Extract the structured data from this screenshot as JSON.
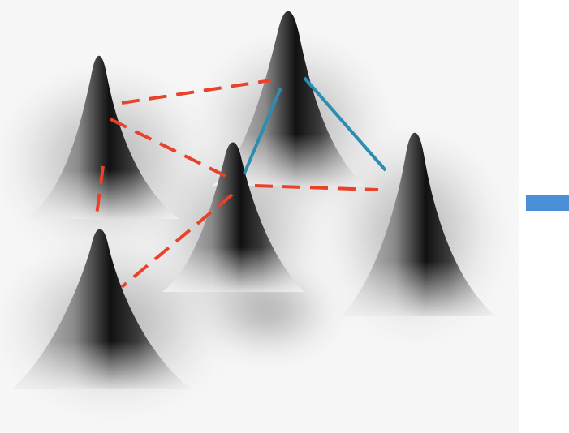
{
  "diagram": {
    "peaks": [
      {
        "id": "peak-top-left"
      },
      {
        "id": "peak-top-center"
      },
      {
        "id": "peak-center"
      },
      {
        "id": "peak-right"
      },
      {
        "id": "peak-bottom-left"
      }
    ],
    "connections": [
      {
        "from": "peak-top-left",
        "to": "peak-top-center",
        "style": "dashed"
      },
      {
        "from": "peak-top-left",
        "to": "peak-center",
        "style": "dashed"
      },
      {
        "from": "peak-top-left",
        "to": "peak-bottom-left",
        "style": "dashed"
      },
      {
        "from": "peak-center",
        "to": "peak-bottom-left",
        "style": "dashed"
      },
      {
        "from": "peak-center",
        "to": "peak-right",
        "style": "dashed"
      },
      {
        "from": "peak-top-center",
        "to": "peak-center",
        "style": "solid"
      },
      {
        "from": "peak-top-center",
        "to": "peak-right",
        "style": "solid"
      }
    ],
    "arrow": {
      "direction": "right"
    },
    "colors": {
      "dashed_line": "#e8422a",
      "solid_line": "#2b8db0",
      "arrow": "#4a8fd8",
      "surface_dark": "#0e0e0e",
      "surface_light": "#f5f5f5"
    }
  }
}
